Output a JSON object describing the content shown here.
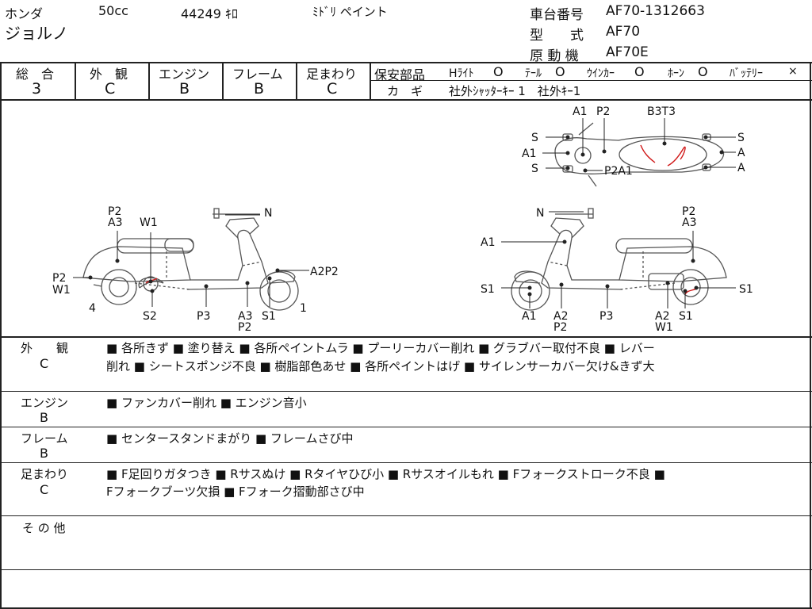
{
  "header": {
    "maker": "ホンダ",
    "displacement": "50cc",
    "mileage": "44249 ｷﾛ",
    "color": "ﾐﾄﾞﾘ ペイント",
    "model_name": "ジョルノ",
    "frame_no_label": "車台番号",
    "frame_no": "AF70-1312663",
    "type_label": "型　　式",
    "type": "AF70",
    "engine_label": "原 動 機",
    "engine": "AF70E"
  },
  "grades": {
    "overall_label": "総　合",
    "overall": "3",
    "exterior_label": "外　観",
    "exterior": "C",
    "engine_label": "エンジン",
    "engine": "B",
    "frame_label": "フレーム",
    "frame": "B",
    "suspension_label": "足まわり",
    "suspension": "C"
  },
  "safety": {
    "label": "保安部品",
    "headlight": "Hﾗｲﾄ",
    "headlight_mark": "O",
    "tail": "ﾃｰﾙ",
    "tail_mark": "O",
    "winker": "ｳｲﾝｶｰ",
    "winker_mark": "O",
    "horn": "ﾎｰﾝ",
    "horn_mark": "O",
    "battery": "ﾊﾞｯﾃﾘｰ",
    "battery_mark": "×",
    "key_label": "カ　ギ",
    "key_value": "社外ｼｬｯﾀｰｷｰ 1　社外ｷｰ1"
  },
  "diagram": {
    "left_labels": {
      "p2a3_top1": "P2",
      "p2a3_top2": "A3",
      "w1": "W1",
      "n": "N",
      "p2_left": "P2",
      "w1_left": "W1",
      "four": "4",
      "a2p2": "A2P2",
      "one": "1",
      "s2": "S2",
      "p3": "P3",
      "a3": "A3",
      "s1": "S1",
      "p2_bottom": "P2"
    },
    "right_labels": {
      "n": "N",
      "p2": "P2",
      "a3": "A3",
      "a1": "A1",
      "s1_left": "S1",
      "s1_right": "S1",
      "a1_bottom": "A1",
      "a2": "A2",
      "p2_bottom": "P2",
      "p3": "P3",
      "a2_right": "A2",
      "w1": "W1",
      "s1_bottom": "S1"
    },
    "top_labels": {
      "a1": "A1",
      "p2": "P2",
      "b3t3": "B3T3",
      "s1": "S",
      "a_1": "A1",
      "s2": "S",
      "p2a1": "P2A1",
      "s_r": "S",
      "a_r1": "A",
      "a_r2": "A"
    }
  },
  "notes": {
    "square": "■",
    "exterior_label": "外　　観",
    "exterior_grade": "C",
    "exterior_line1": "■ 各所きず ■ 塗り替え ■ 各所ペイントムラ ■ プーリーカバー削れ ■ グラブバー取付不良 ■ レバー",
    "exterior_line2": "削れ ■ シートスポンジ不良 ■ 樹脂部色あせ ■ 各所ペイントはげ ■ サイレンサーカバー欠け&きず大",
    "engine_label": "エンジン",
    "engine_grade": "B",
    "engine_line1": "■ ファンカバー削れ ■ エンジン音小",
    "frame_label": "フレーム",
    "frame_grade": "B",
    "frame_line1": "■ センタースタンドまがり ■ フレームさび中",
    "susp_label": "足まわり",
    "susp_grade": "C",
    "susp_line1": "■ F足回りガタつき ■ Rサスぬけ ■ Rタイヤひび小 ■ Rサスオイルもれ ■ Fフォークストローク不良 ■",
    "susp_line2": "Fフォークブーツ欠損 ■ Fフォーク摺動部さび中",
    "other_label": "そ の 他"
  }
}
